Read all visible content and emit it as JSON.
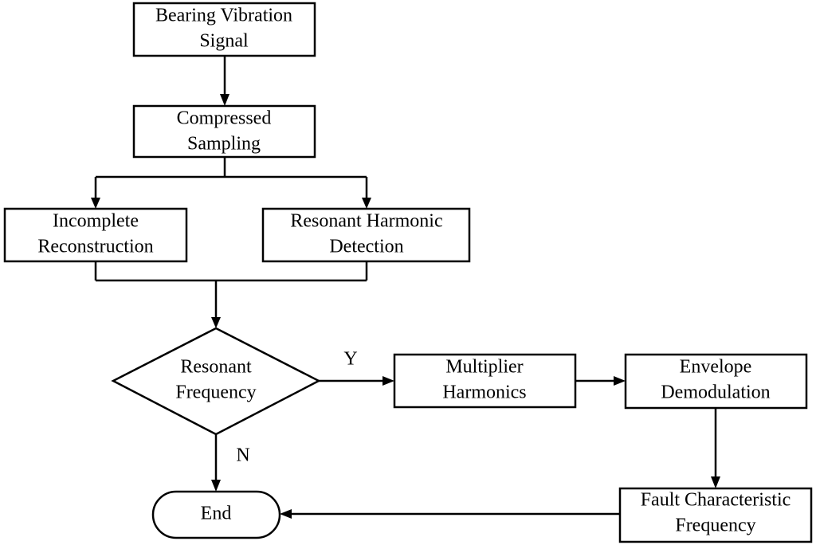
{
  "nodes": {
    "signal": {
      "line1": "Bearing Vibration",
      "line2": "Signal"
    },
    "sampling": {
      "line1": "Compressed",
      "line2": "Sampling"
    },
    "reconstruction": {
      "line1": "Incomplete",
      "line2": "Reconstruction"
    },
    "harmonic_detection": {
      "line1": "Resonant Harmonic",
      "line2": "Detection"
    },
    "decision": {
      "line1": "Resonant",
      "line2": "Frequency"
    },
    "multiplier": {
      "line1": "Multiplier",
      "line2": "Harmonics"
    },
    "envelope": {
      "line1": "Envelope",
      "line2": "Demodulation"
    },
    "fault": {
      "line1": "Fault Characteristic",
      "line2": "Frequency"
    },
    "end": {
      "label": "End"
    }
  },
  "edge_labels": {
    "yes": "Y",
    "no": "N"
  }
}
